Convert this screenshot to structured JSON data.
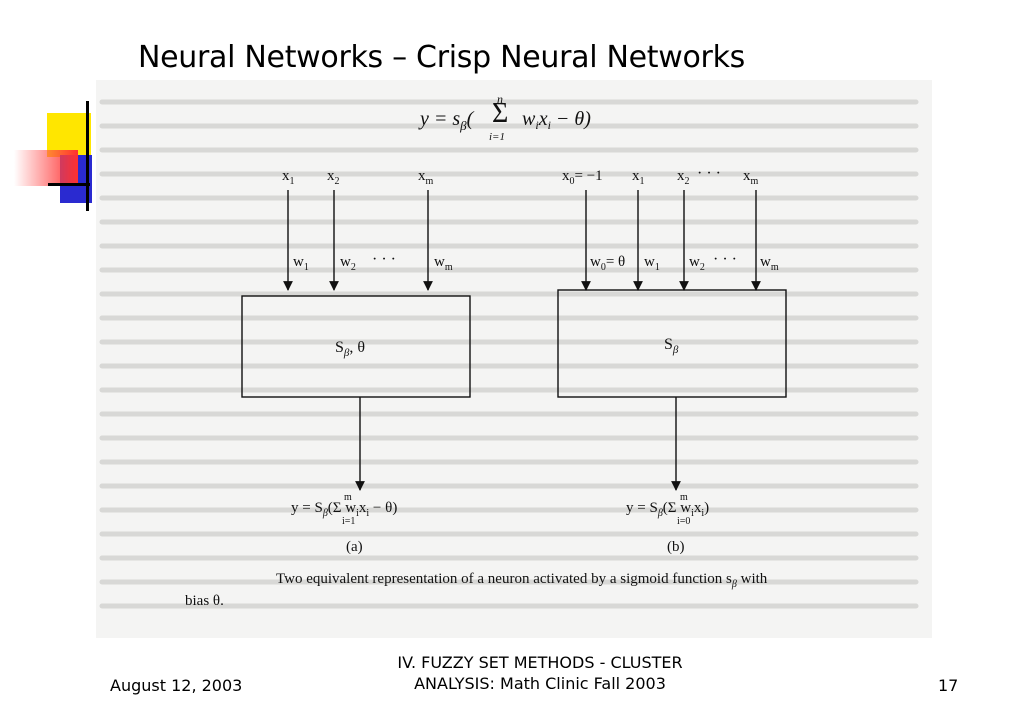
{
  "slide": {
    "title": "Neural Networks – Crisp Neural Networks"
  },
  "figure": {
    "top_formula": "y = s_β(Σ_{i=1}^{n} w_i x_i − θ)",
    "top_formula_parts": {
      "lhs": "y = s",
      "sub": "β",
      "sum_top": "n",
      "sum_bottom": "i=1",
      "body": "w",
      "wi": "i",
      "x": "x",
      "xi": "i",
      "tail": "− θ)"
    },
    "a": {
      "inputs": [
        "x1",
        "x2",
        "xm"
      ],
      "input_labels": [
        {
          "base": "x",
          "sub": "1"
        },
        {
          "base": "x",
          "sub": "2"
        },
        {
          "base": "x",
          "sub": "m"
        }
      ],
      "weights": [
        {
          "base": "w",
          "sub": "1"
        },
        {
          "base": "w",
          "sub": "2"
        },
        {
          "base": "w",
          "sub": "m"
        }
      ],
      "dots": "· · ·",
      "box_label": "S",
      "box_sub": "β",
      "box_tail": ", θ",
      "output": "y = S",
      "output_sub": "β",
      "output_sum_top": "m",
      "output_sum_bottom": "i=1",
      "output_body": "(Σ w",
      "output_rest": "x",
      "output_tail": "− θ)",
      "caption": "(a)"
    },
    "b": {
      "input_labels": [
        {
          "base": "x",
          "sub": "0",
          "tail": "= −1"
        },
        {
          "base": "x",
          "sub": "1"
        },
        {
          "base": "x",
          "sub": "2"
        },
        {
          "base": "x",
          "sub": "m"
        }
      ],
      "weights": [
        {
          "base": "w",
          "sub": "0",
          "tail": "= θ"
        },
        {
          "base": "w",
          "sub": "1"
        },
        {
          "base": "w",
          "sub": "2"
        },
        {
          "base": "w",
          "sub": "m"
        }
      ],
      "dots": "· · ·",
      "box_label": "S",
      "box_sub": "β",
      "output": "y = S",
      "output_sub": "β",
      "output_sum_top": "m",
      "output_sum_bottom": "i=0",
      "output_body": "(Σ w",
      "output_rest": "x",
      "output_tail": ")",
      "caption": "(b)"
    },
    "caption_line1": "Two equivalent representation of a neuron activated by a sigmoid function s",
    "caption_line1_sub": "β",
    "caption_line1_end": "with",
    "caption_line2": "bias θ."
  },
  "footer": {
    "date": "August 12, 2003",
    "center_line1": "IV. FUZZY SET METHODS - CLUSTER",
    "center_line2": "ANALYSIS: Math Clinic Fall 2003",
    "page": "17"
  },
  "colors": {
    "deco_yellow": "#ffe600",
    "deco_red": "#ff3b3b",
    "deco_blue": "#2020d0",
    "deco_black": "#000000"
  }
}
